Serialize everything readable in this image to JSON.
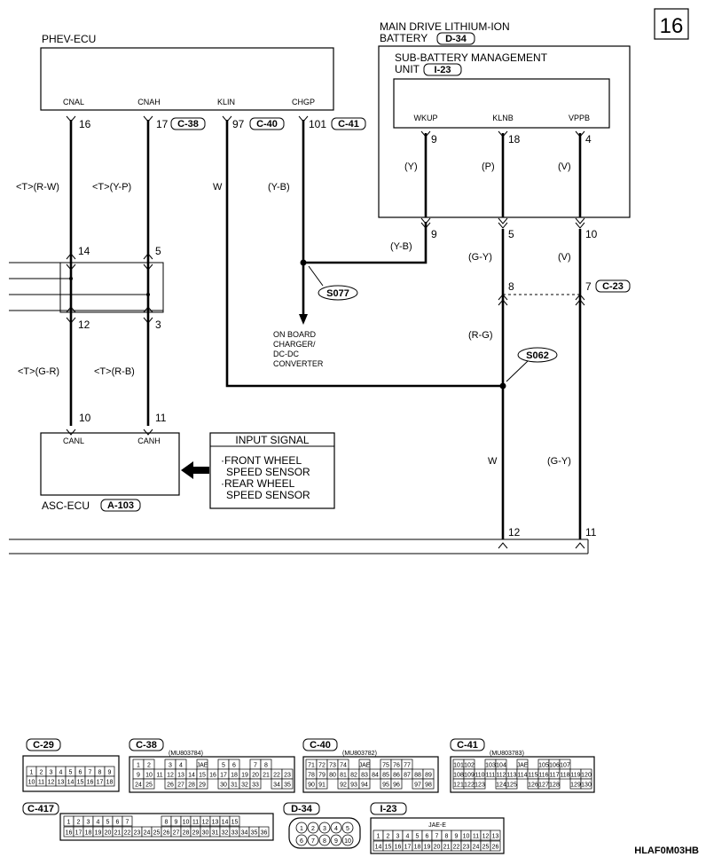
{
  "page_number": "16",
  "drawing_code": "HLAF0M03HB",
  "components": {
    "phev_ecu": {
      "name": "PHEV-ECU",
      "pins": [
        "CNAL",
        "CNAH",
        "KLIN",
        "CHGP"
      ]
    },
    "battery": {
      "line1": "MAIN DRIVE LITHIUM-ION",
      "line2": "BATTERY",
      "connector": "D-34"
    },
    "bmu": {
      "line1": "SUB-BATTERY MANAGEMENT",
      "line2": "UNIT",
      "connector": "I-23",
      "pins": [
        "WKUP",
        "KLNB",
        "VPPB"
      ]
    },
    "asc_ecu": {
      "name": "ASC-ECU",
      "connector": "A-103",
      "pins": [
        "CANL",
        "CANH"
      ]
    },
    "input_signal": {
      "title": "INPUT SIGNAL",
      "lines": [
        "·FRONT WHEEL",
        "SPEED SENSOR",
        "·REAR WHEEL",
        "SPEED SENSOR"
      ]
    },
    "charger": {
      "lines": [
        "ON BOARD",
        "CHARGER/",
        "DC-DC",
        "CONVERTER"
      ]
    }
  },
  "connector_tags": {
    "c38": "C-38",
    "c40": "C-40",
    "c41": "C-41",
    "c23": "C-23"
  },
  "splices": {
    "s077": "S077",
    "s062": "S062"
  },
  "pin_numbers": {
    "p16": "16",
    "p17": "17",
    "p97": "97",
    "p101": "101",
    "p14": "14",
    "p5a": "5",
    "p12a": "12",
    "p3": "3",
    "p10a": "10",
    "p11a": "11",
    "p9a": "9",
    "p18": "18",
    "p4": "4",
    "p9b": "9",
    "p5b": "5",
    "p10b": "10",
    "p8": "8",
    "p7": "7",
    "p12b": "12",
    "p11b": "11"
  },
  "wire_colors": {
    "rw": "<T>(R-W)",
    "yp": "<T>(Y-P)",
    "w1": "W",
    "yb1": "(Y-B)",
    "gr": "<T>(G-R)",
    "rb": "<T>(R-B)",
    "y": "(Y)",
    "p": "(P)",
    "v1": "(V)",
    "yb2": "(Y-B)",
    "gy1": "(G-Y)",
    "v2": "(V)",
    "rg": "(R-G)",
    "w2": "W",
    "gy2": "(G-Y)"
  },
  "connectors": {
    "c29": {
      "label": "C-29",
      "row1": [
        "1",
        "2",
        "3",
        "4",
        "5",
        "6",
        "7",
        "8",
        "9"
      ],
      "row2": [
        "10",
        "11",
        "12",
        "13",
        "14",
        "15",
        "16",
        "17",
        "18"
      ]
    },
    "c38": {
      "label": "C-38",
      "part": "(MU803784)",
      "row1": [
        "1",
        "2",
        "",
        "3",
        "4",
        "",
        "JAE",
        "",
        "5",
        "6",
        "",
        "7",
        "8"
      ],
      "row2": [
        "9",
        "10",
        "11",
        "12",
        "13",
        "14",
        "15",
        "16",
        "17",
        "18",
        "19",
        "20",
        "21",
        "22",
        "23"
      ],
      "row3": [
        "24",
        "25",
        "",
        "26",
        "27",
        "28",
        "29",
        "",
        "30",
        "31",
        "32",
        "33",
        "",
        "34",
        "35"
      ]
    },
    "c40": {
      "label": "C-40",
      "part": "(MU803782)",
      "row1": [
        "71",
        "72",
        "73",
        "74",
        "",
        "JAE",
        "",
        "75",
        "76",
        "77"
      ],
      "row2": [
        "78",
        "79",
        "80",
        "81",
        "82",
        "83",
        "84",
        "85",
        "86",
        "87",
        "88",
        "89"
      ],
      "row3": [
        "90",
        "91",
        "",
        "92",
        "93",
        "94",
        "",
        "95",
        "96",
        "",
        "97",
        "98"
      ]
    },
    "c41": {
      "label": "C-41",
      "part": "(MU803783)",
      "row1": [
        "101",
        "102",
        "",
        "103",
        "104",
        "",
        "JAE",
        "",
        "105",
        "106",
        "107"
      ],
      "row2": [
        "108",
        "109",
        "110",
        "111",
        "112",
        "113",
        "114",
        "115",
        "116",
        "117",
        "118",
        "119",
        "120"
      ],
      "row3": [
        "121",
        "122",
        "123",
        "",
        "124",
        "125",
        "",
        "126",
        "127",
        "128",
        "",
        "129",
        "130"
      ]
    },
    "c417": {
      "label": "C-417",
      "row1": [
        "1",
        "2",
        "3",
        "4",
        "5",
        "6",
        "7",
        "",
        "",
        "",
        "8",
        "9",
        "10",
        "11",
        "12",
        "13",
        "14",
        "15"
      ],
      "row2": [
        "16",
        "17",
        "18",
        "19",
        "20",
        "21",
        "22",
        "23",
        "24",
        "25",
        "26",
        "27",
        "28",
        "29",
        "30",
        "31",
        "32",
        "33",
        "34",
        "35",
        "36"
      ]
    },
    "d34": {
      "label": "D-34",
      "row1": [
        "1",
        "2",
        "3",
        "4",
        "5"
      ],
      "row2": [
        "6",
        "7",
        "8",
        "9",
        "10"
      ]
    },
    "i23": {
      "label": "I-23",
      "jae": "JAE-E",
      "row1": [
        "1",
        "2",
        "3",
        "4",
        "5",
        "6",
        "7",
        "8",
        "9",
        "10",
        "11",
        "12",
        "13"
      ],
      "row2": [
        "14",
        "15",
        "16",
        "17",
        "18",
        "19",
        "20",
        "21",
        "22",
        "23",
        "24",
        "25",
        "26"
      ]
    }
  }
}
